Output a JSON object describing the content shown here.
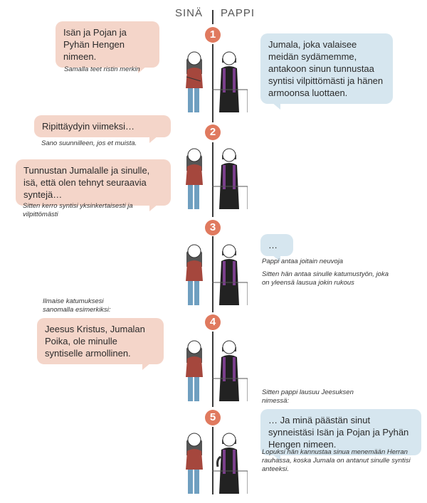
{
  "header": {
    "left": "SINÄ",
    "right": "PAPPI"
  },
  "steps": [
    {
      "number": "1",
      "you_text": "Isän ja Pojan ja Pyhän Hengen nimeen.",
      "you_note": "Samalla teet ristin merkin",
      "priest_text": "Jumala, joka valaisee meidän sydämemme, antakoon sinun tunnustaa syntisi vilpittömästi ja hänen armoonsa luottaen."
    },
    {
      "number": "2",
      "you_text_1": "Ripittäydyin viimeksi…",
      "you_note_1": "Sano suunnilleen, jos et muista.",
      "you_text_2": "Tunnustan Jumalalle ja sinulle, isä, että olen tehnyt seuraavia syntejä…",
      "you_note_2": "Sitten kerro syntisi yksinkertaisesti ja vilpittömästi"
    },
    {
      "number": "3",
      "priest_text": "…",
      "priest_note_1": "Pappi antaa joitain neuvoja",
      "priest_note_2": "Sitten hän antaa sinulle katumustyön, joka on yleensä lausua jokin rukous"
    },
    {
      "number": "4",
      "you_intro": "Ilmaise katumuksesi sanomalla esimerkiksi:",
      "you_text": "Jeesus Kristus, Jumalan Poika, ole minulle syntiselle armollinen."
    },
    {
      "number": "5",
      "priest_intro": "Sitten pappi lausuu Jeesuksen nimessä:",
      "priest_text": "… Ja minä päästän sinut synneistäsi Isän ja Pojan ja Pyhän Hengen nimeen.",
      "priest_note": "Lopuksi hän kannustaa sinua menemään Herran rauhassa, koska Jumala on antanut sinulle syntisi anteeksi."
    }
  ],
  "colors": {
    "accent": "#e07a5f",
    "you_bubble": "#f4d5c9",
    "priest_bubble": "#d6e6ef",
    "stole": "#7b3f8c",
    "shirt": "#a5473d",
    "jeans": "#6f9fc0"
  },
  "icons": [
    "person-you-icon",
    "priest-icon"
  ]
}
